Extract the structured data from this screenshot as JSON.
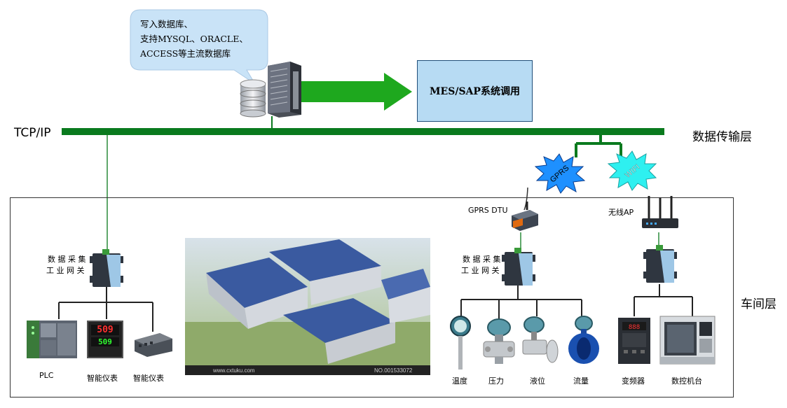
{
  "bubble": {
    "line1": "写入数据库、",
    "line2": "支持MYSQL、ORACLE、",
    "line3": "ACCESS等主流数据库"
  },
  "mes_label": "MES/SAP系统调用",
  "tcp_label": "TCP/IP",
  "layers": {
    "transport": "数据传输层",
    "workshop": "车间层"
  },
  "wireless": {
    "gprs": "GPRS",
    "wifi": "WIFI"
  },
  "devices": {
    "gprs_dtu": "GPRS DTU",
    "wireless_ap": "无线AP",
    "gateway_line1": "数 据 采 集",
    "gateway_line2": "工 业 网 关"
  },
  "left_devices": [
    "PLC",
    "智能仪表",
    "智能仪表"
  ],
  "sensors": [
    "温度",
    "压力",
    "液位",
    "流量"
  ],
  "machines": [
    "变频器",
    "数控机台"
  ],
  "panel": {
    "display_value": "509",
    "display_value2": "509",
    "watermark": "www.cxtuku.com",
    "photo_code": "NO.001533072"
  },
  "colors": {
    "bus_green": "#0a7a1e",
    "arrow_green": "#1ea81e",
    "mes_fill": "#b7dbf3",
    "bubble_fill": "#c9e3f7",
    "gprs_burst": "#1e90ff",
    "wifi_burst": "#2ef0f0"
  }
}
